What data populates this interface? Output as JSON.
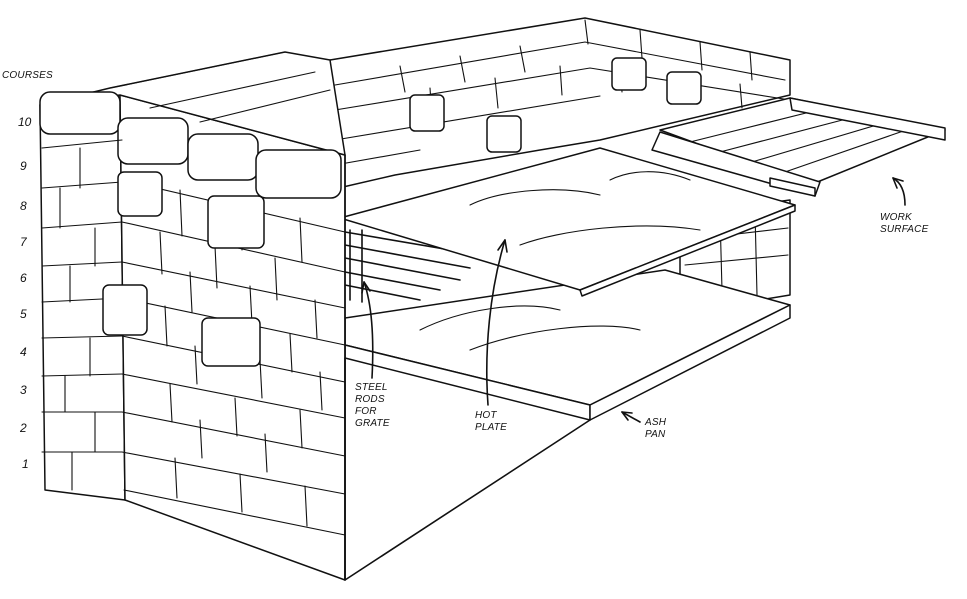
{
  "courses_label": "COURSES",
  "courses": [
    "10",
    "9",
    "8",
    "7",
    "6",
    "5",
    "4",
    "3",
    "2",
    "1"
  ],
  "labels": {
    "work_surface": [
      "WORK",
      "SURFACE"
    ],
    "steel_rods": [
      "STEEL",
      "RODS",
      "FOR",
      "GRATE"
    ],
    "hot_plate": [
      "HOT",
      "PLATE"
    ],
    "ash_pan": [
      "ASH",
      "PAN"
    ]
  }
}
